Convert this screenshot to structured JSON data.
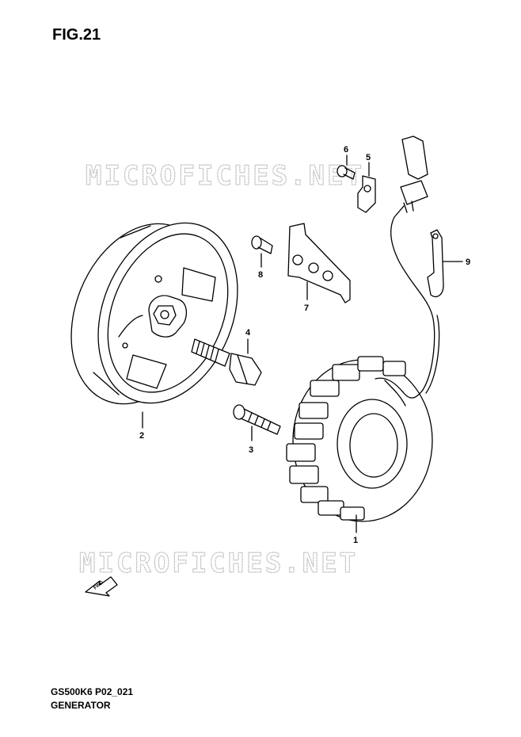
{
  "header": {
    "title": "FIG.21"
  },
  "watermark": {
    "text": "MICROFICHES.NET"
  },
  "direction_arrow": {
    "label": "FWD"
  },
  "callouts": [
    "1",
    "2",
    "3",
    "4",
    "5",
    "6",
    "7",
    "8",
    "9"
  ],
  "footer": {
    "code": "GS500K6 P02_021",
    "name": "GENERATOR"
  },
  "colors": {
    "line": "#000000",
    "watermark": "#c9c9c9",
    "background": "#ffffff"
  }
}
